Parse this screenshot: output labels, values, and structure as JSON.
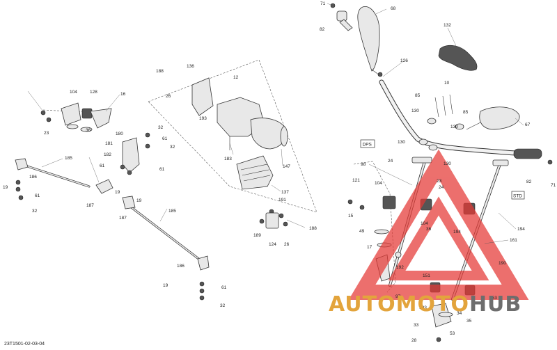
{
  "drawing_code": "23T1501-02-03-04",
  "watermark": {
    "part1": "AUTO",
    "part2": "MOTO",
    "part3": "HUB"
  },
  "variant_labels": {
    "dps": "DPS",
    "std": "STD"
  },
  "colors": {
    "watermark_red": "#e53935",
    "watermark_orange": "#e3a43c",
    "watermark_gray": "#6d6d6d"
  },
  "callouts": {
    "c71a": "71",
    "c68": "68",
    "c82a": "82",
    "c132": "132",
    "c126": "126",
    "c10": "10",
    "c85a": "85",
    "c85b": "85",
    "c130a": "130",
    "c130b": "130",
    "c130c": "130",
    "c130d": "130",
    "c67": "67",
    "c82b": "82",
    "c71b": "71",
    "c136": "136",
    "c188a": "188",
    "c26a": "26",
    "c12": "12",
    "c193": "193",
    "c104a": "104",
    "c128": "128",
    "c16": "16",
    "c23a": "23",
    "c36a": "36",
    "c180": "180",
    "c32a": "32",
    "c61a": "61",
    "c32b": "32",
    "c181": "181",
    "c182": "182",
    "c61b": "61",
    "c61c": "61",
    "c183": "183",
    "c147": "147",
    "c185a": "185",
    "c186a": "186",
    "c19a": "19",
    "c61d": "61",
    "c32c": "32",
    "c19b": "19",
    "c187a": "187",
    "c19c": "19",
    "c187b": "187",
    "c137": "137",
    "c191": "191",
    "c185b": "185",
    "c188b": "188",
    "c189": "189",
    "c124": "124",
    "c26b": "26",
    "c186b": "186",
    "c19d": "19",
    "c61e": "61",
    "c32d": "32",
    "c98": "98",
    "c24a": "24",
    "c24b": "24",
    "c121": "121",
    "c104b": "104",
    "c104c": "104",
    "c23b": "23",
    "c15": "15",
    "c36b": "36",
    "c194a": "194",
    "c194b": "194",
    "c49": "49",
    "c17": "17",
    "c192": "192",
    "c161": "161",
    "c190": "190",
    "c151": "151",
    "c193b": "193",
    "c34": "34",
    "c97": "97",
    "c35": "35",
    "c153": "153",
    "c33": "33",
    "c53": "53",
    "c28": "28"
  }
}
